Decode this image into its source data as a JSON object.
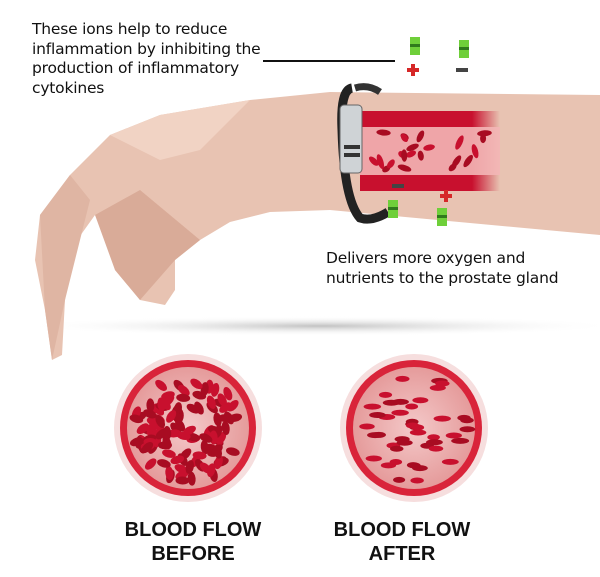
{
  "callouts": {
    "ions_text": "These ions help to reduce inflammation by inhibiting the production of inflammatory cytokines",
    "oxygen_text": "Delivers more oxygen and nutrients to the prostate gland"
  },
  "comparison": {
    "before": {
      "line1": "BLOOD FLOW",
      "line2": "BEFORE"
    },
    "after": {
      "line1": "BLOOD FLOW",
      "line2": "AFTER"
    }
  },
  "colors": {
    "skin": "#e9c5b4",
    "blood": "#c8102e",
    "ion_green": "#6fcf3a",
    "plus": "#d62828",
    "minus": "#444444"
  }
}
